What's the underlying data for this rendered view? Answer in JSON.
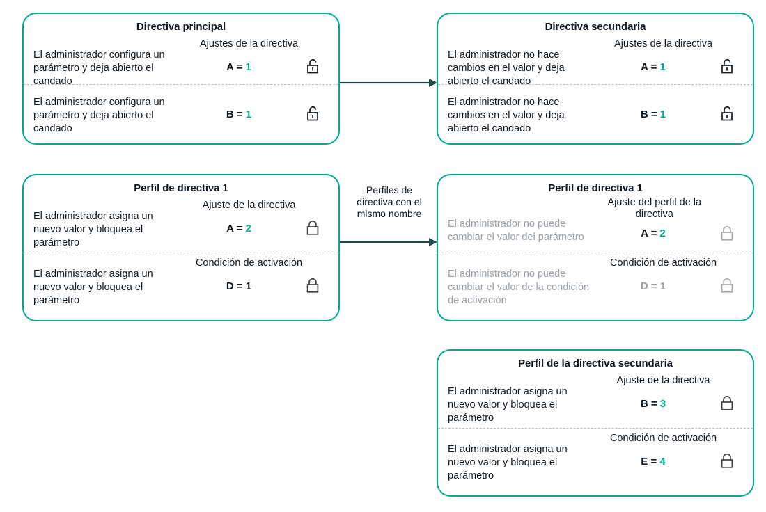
{
  "diagram": {
    "title_semantics": "policy-inheritance-diagram",
    "accent_color": "#00a98f",
    "arrow_color": "#1f4e4a",
    "muted_color": "#9aa0a6",
    "text_color": "#101820"
  },
  "cards": [
    {
      "id": "directiva-principal",
      "title": "Directiva principal",
      "sections": [
        {
          "header": "Ajustes de la directiva",
          "description": "El administrador configura un parámetro y deja abierto el candado",
          "key": "A =",
          "value": "1",
          "value_accent": false,
          "muted": false,
          "lock": "unlock-icon"
        },
        {
          "header": "",
          "description": "El administrador configura un parámetro y deja abierto el candado",
          "key": "B =",
          "value": "1",
          "value_accent": true,
          "muted": false,
          "lock": "unlock-icon"
        }
      ]
    },
    {
      "id": "directiva-secundaria",
      "title": "Directiva secundaria",
      "sections": [
        {
          "header": "Ajustes de la directiva",
          "description": "El administrador no hace cambios en el valor y deja abierto el candado",
          "key": "A =",
          "value": "1",
          "value_accent": false,
          "muted": false,
          "lock": "unlock-icon"
        },
        {
          "header": "",
          "description": "El administrador no hace cambios en el valor y deja abierto el candado",
          "key": "B =",
          "value": "1",
          "value_accent": true,
          "muted": false,
          "lock": "unlock-icon"
        }
      ]
    },
    {
      "id": "perfil-de-directiva-1-left",
      "title": "Perfil de directiva 1",
      "sections": [
        {
          "header": "Ajuste de la directiva",
          "description": "El administrador asigna un nuevo valor y bloquea el parámetro",
          "key": "A =",
          "value": "2",
          "value_accent": true,
          "muted": false,
          "lock": "lock-icon"
        },
        {
          "header": "Condición de activación",
          "description": "El administrador asigna un nuevo valor y bloquea el parámetro",
          "key": "D =",
          "value": "1",
          "value_accent": false,
          "muted": false,
          "lock": "lock-icon"
        }
      ]
    },
    {
      "id": "perfil-de-directiva-1-right",
      "title": "Perfil de directiva 1",
      "sections": [
        {
          "header": "Ajuste del perfil de la directiva",
          "description": "El administrador no puede cambiar el valor del parámetro",
          "key": "A =",
          "value": "2",
          "value_accent": true,
          "muted": false,
          "lock": "lock-icon-muted"
        },
        {
          "header": "Condición de activación",
          "description": "El administrador no puede cambiar el valor de la condición de activación",
          "key": "D =",
          "value": "1",
          "value_accent": false,
          "muted": true,
          "lock": "lock-icon-muted"
        }
      ]
    },
    {
      "id": "perfil-de-la-directiva-secundaria",
      "title": "Perfil de la directiva secundaria",
      "sections": [
        {
          "header": "Ajuste de la directiva",
          "description": "El administrador asigna un nuevo valor y bloquea el parámetro",
          "key": "B =",
          "value": "3",
          "value_accent": true,
          "muted": false,
          "lock": "lock-icon"
        },
        {
          "header": "Condición de activación",
          "description": "El administrador asigna un nuevo valor y bloquea el parámetro",
          "key": "E =",
          "value": "4",
          "value_accent": true,
          "muted": false,
          "lock": "lock-icon"
        }
      ]
    }
  ],
  "arrows": [
    {
      "id": "arrow-top",
      "label": ""
    },
    {
      "id": "arrow-bottom",
      "label": "Perfiles de directiva con el mismo nombre"
    }
  ]
}
